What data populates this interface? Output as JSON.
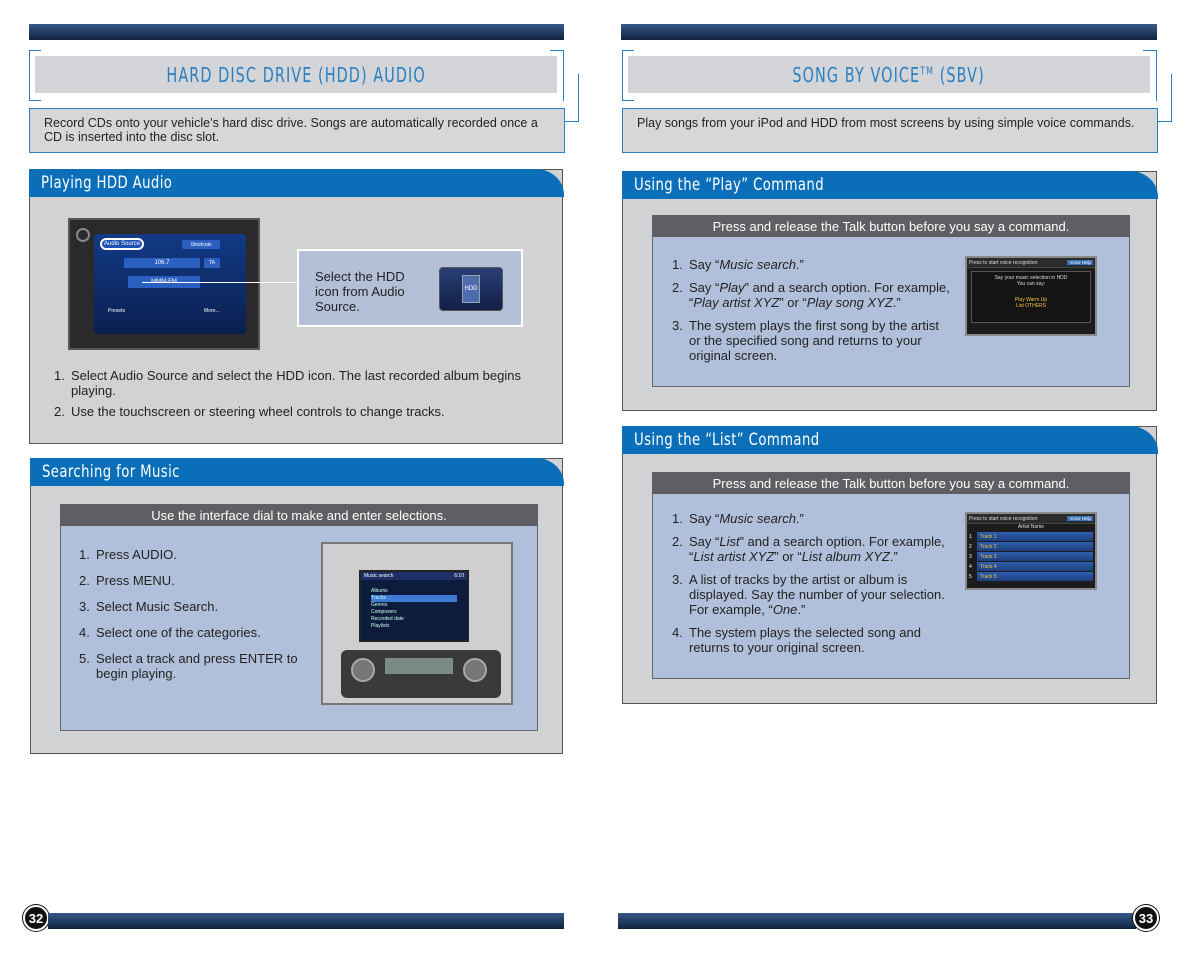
{
  "left_page": {
    "title": "HARD DISC DRIVE (HDD) AUDIO",
    "intro": "Record CDs onto your vehicle’s hard disc drive. Songs are automatically recorded once a CD is inserted into the disc slot.",
    "playing": {
      "heading": "Playing HDD Audio",
      "screen": {
        "audio_source": "Audio Source",
        "shortcuts": "Shortcuts",
        "freq": "106.7",
        "fm": "MMM-FM",
        "talk": "TA",
        "presets": "Presets",
        "more": "More..."
      },
      "callout_text": "Select the HDD icon from Audio Source.",
      "hdd_label": "HDD",
      "steps": [
        {
          "n": "1.",
          "text": "Select Audio Source and select the HDD icon.  The last recorded album begins playing."
        },
        {
          "n": "2.",
          "text": "Use the touchscreen or steering wheel controls to change tracks."
        }
      ]
    },
    "searching": {
      "heading": "Searching for Music",
      "bar": "Use the interface dial to make and enter selections.",
      "steps": [
        {
          "n": "1.",
          "text": "Press AUDIO."
        },
        {
          "n": "2.",
          "text": "Press MENU."
        },
        {
          "n": "3.",
          "text": "Select Music Search."
        },
        {
          "n": "4.",
          "text": "Select one of the categories."
        },
        {
          "n": "5.",
          "text": "Select a track and press ENTER to begin playing."
        }
      ],
      "screen": {
        "title": "Music search",
        "time": "6:10",
        "items": [
          "Albums",
          "Tracks",
          "Genres",
          "Composers",
          "Recorded date",
          "Playlists"
        ]
      }
    },
    "page_number": "32"
  },
  "right_page": {
    "title_main": "SONG BY VOICE",
    "title_tm": "TM",
    "title_suffix": " (SBV)",
    "intro": "Play songs from your iPod and HDD from most screens by using simple voice commands.",
    "play": {
      "heading": "Using the “Play” Command",
      "bar": "Press and release the Talk button before you say a command.",
      "steps": [
        {
          "n": "1.",
          "pre": "Say “",
          "em": "Music search",
          "post": ".”"
        },
        {
          "n": "2.",
          "pre": "Say “",
          "em": "Play",
          "post": "” and a search option. For example, “",
          "em2": "Play artist XYZ",
          "mid": "” or “",
          "em3": "Play song XYZ",
          "end": ".”"
        },
        {
          "n": "3.",
          "pre": "The system plays the first song by the artist or the specified song and returns to your original screen."
        }
      ],
      "screen": {
        "head": "Press  to start voice recognition",
        "help": "Voice Help",
        "line1": "Say your music selection in HDD",
        "line2": "You can say:",
        "opt1": "Play Warm Up",
        "opt2": "List OTHERS"
      }
    },
    "list": {
      "heading": "Using the “List” Command",
      "bar": "Press and release the Talk button before you say a command.",
      "steps": [
        {
          "n": "1.",
          "pre": "Say “",
          "em": "Music search",
          "post": ".”"
        },
        {
          "n": "2.",
          "pre": "Say “",
          "em": "List",
          "post": "” and a search option. For example, “",
          "em2": "List artist XYZ",
          "mid": "” or “",
          "em3": "List album XYZ",
          "end": ".”"
        },
        {
          "n": "3.",
          "pre": "A list of tracks by the artist or album is displayed. Say the number of your selection. For example, “",
          "em": "One",
          "post": ".”"
        },
        {
          "n": "4.",
          "pre": "The system plays the selected song and returns to your original screen."
        }
      ],
      "screen": {
        "head": "Press  to start voice recognition",
        "help": "Voice Help",
        "sub": "Artist Name",
        "tracks": [
          {
            "n": "1",
            "label": "Track 1"
          },
          {
            "n": "2",
            "label": "Track 2"
          },
          {
            "n": "3",
            "label": "Track 3"
          },
          {
            "n": "4",
            "label": "Track 4"
          },
          {
            "n": "5",
            "label": "Track 5"
          }
        ]
      }
    },
    "page_number": "33"
  },
  "colors": {
    "accent_blue": "#0a6fb8",
    "title_blue": "#2a7fc1",
    "panel_blue": "#b1c0da",
    "panel_gray": "#d1d2d4",
    "bar_gray": "#5f5f63"
  }
}
